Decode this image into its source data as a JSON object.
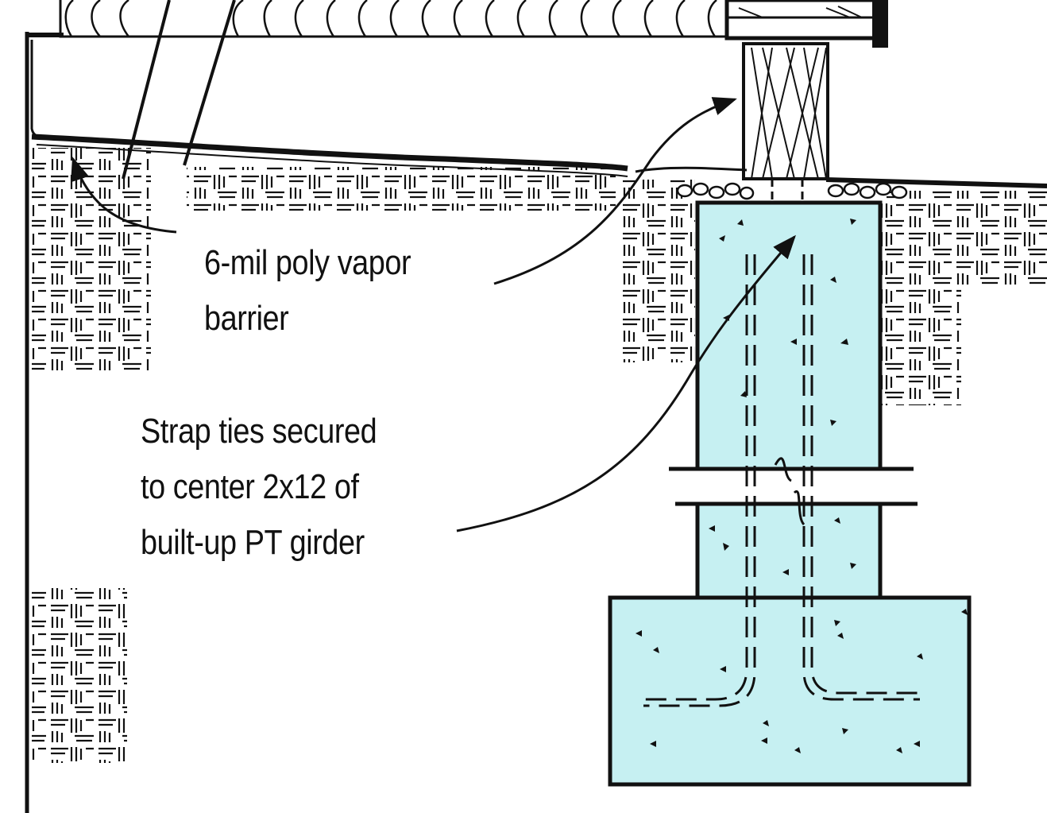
{
  "labels": {
    "vapor_barrier": {
      "line1": "6-mil poly vapor",
      "line2": "barrier"
    },
    "strap_ties": {
      "line1": "Strap ties secured",
      "line2": "to center 2x12 of",
      "line3": "built-up PT girder"
    }
  },
  "colors": {
    "concrete": "#c6f0f2",
    "ink": "#111111",
    "background": "#ffffff"
  },
  "icons": [
    "arrow-icon",
    "gravel-icon",
    "soil-hatch-icon",
    "rebar-icon"
  ]
}
